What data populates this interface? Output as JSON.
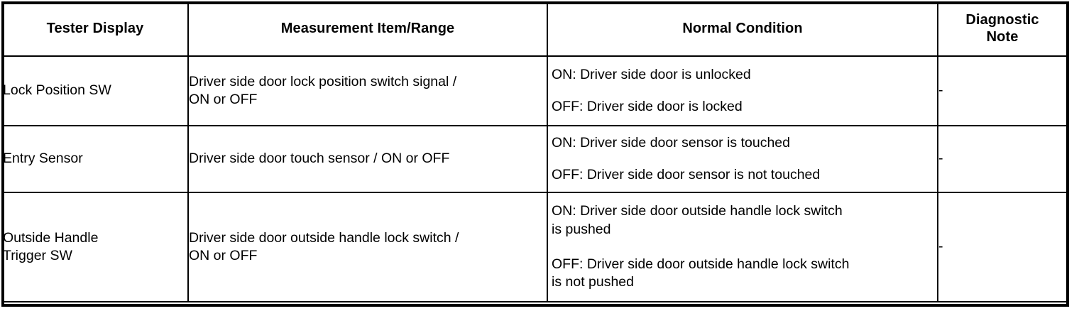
{
  "table": {
    "columns": [
      {
        "key": "tester_display",
        "label": "Tester Display"
      },
      {
        "key": "measurement_item",
        "label": "Measurement Item/Range"
      },
      {
        "key": "normal_condition",
        "label": "Normal Condition"
      },
      {
        "key": "diagnostic_note",
        "label_line1": "Diagnostic",
        "label_line2": "Note",
        "label": "Diagnostic Note"
      }
    ],
    "rows": [
      {
        "tester_display": "Lock Position SW",
        "tester_display_line1": "Lock Position SW",
        "tester_display_line2": "",
        "measurement_item": "Driver side door lock position switch signal / ON or OFF",
        "measurement_item_line1": "Driver side door lock position switch signal /",
        "measurement_item_line2": "ON or OFF",
        "normal_condition_on": "ON: Driver side door is unlocked",
        "normal_condition_off": "OFF: Driver side door is locked",
        "normal_condition_on_line2": "",
        "normal_condition_off_line2": "",
        "diagnostic_note": "-"
      },
      {
        "tester_display": "Entry Sensor",
        "tester_display_line1": "Entry Sensor",
        "tester_display_line2": "",
        "measurement_item": "Driver side door touch sensor / ON or OFF",
        "measurement_item_line1": "Driver side door touch sensor / ON or OFF",
        "measurement_item_line2": "",
        "normal_condition_on": "ON: Driver side door sensor is touched",
        "normal_condition_off": "OFF: Driver side door sensor is not touched",
        "normal_condition_on_line2": "",
        "normal_condition_off_line2": "",
        "diagnostic_note": "-"
      },
      {
        "tester_display": "Outside Handle Trigger SW",
        "tester_display_line1": "Outside Handle",
        "tester_display_line2": "Trigger SW",
        "measurement_item": "Driver side door outside handle lock switch / ON or OFF",
        "measurement_item_line1": "Driver side door outside handle lock switch /",
        "measurement_item_line2": "ON or OFF",
        "normal_condition_on": "ON: Driver side door outside handle lock switch",
        "normal_condition_on_line2": "is pushed",
        "normal_condition_off": "OFF: Driver side door outside handle lock switch",
        "normal_condition_off_line2": "is not pushed",
        "diagnostic_note": "-"
      }
    ]
  },
  "style": {
    "border_color": "#000000",
    "text_color": "#000000",
    "background_color": "#ffffff"
  }
}
